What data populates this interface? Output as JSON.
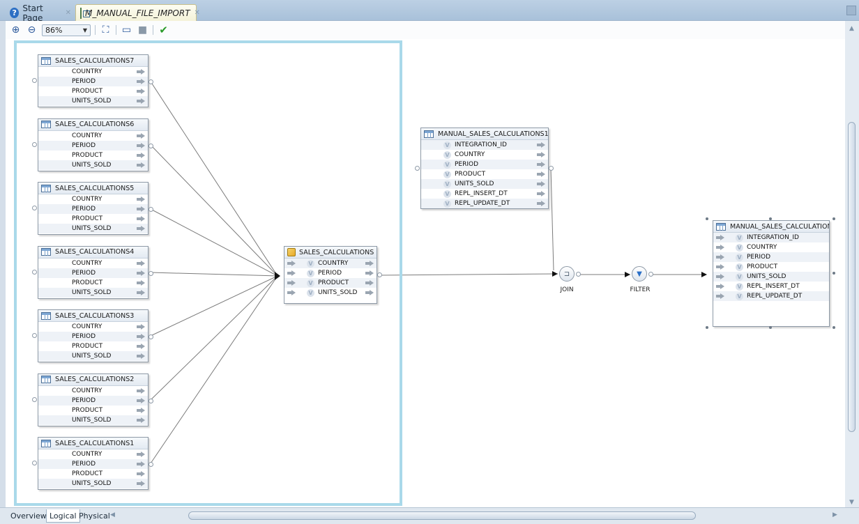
{
  "tabs": [
    {
      "label": "Start Page",
      "active": false
    },
    {
      "label": "M_MANUAL_FILE_IMPORT",
      "active": true
    }
  ],
  "toolbar": {
    "zoom_value": "86%"
  },
  "sources": [
    {
      "name": "SALES_CALCULATIONS7",
      "attrs": [
        "COUNTRY",
        "PERIOD",
        "PRODUCT",
        "UNITS_SOLD"
      ]
    },
    {
      "name": "SALES_CALCULATIONS6",
      "attrs": [
        "COUNTRY",
        "PERIOD",
        "PRODUCT",
        "UNITS_SOLD"
      ]
    },
    {
      "name": "SALES_CALCULATIONS5",
      "attrs": [
        "COUNTRY",
        "PERIOD",
        "PRODUCT",
        "UNITS_SOLD"
      ]
    },
    {
      "name": "SALES_CALCULATIONS4",
      "attrs": [
        "COUNTRY",
        "PERIOD",
        "PRODUCT",
        "UNITS_SOLD"
      ]
    },
    {
      "name": "SALES_CALCULATIONS3",
      "attrs": [
        "COUNTRY",
        "PERIOD",
        "PRODUCT",
        "UNITS_SOLD"
      ]
    },
    {
      "name": "SALES_CALCULATIONS2",
      "attrs": [
        "COUNTRY",
        "PERIOD",
        "PRODUCT",
        "UNITS_SOLD"
      ]
    },
    {
      "name": "SALES_CALCULATIONS1",
      "attrs": [
        "COUNTRY",
        "PERIOD",
        "PRODUCT",
        "UNITS_SOLD"
      ]
    }
  ],
  "union": {
    "name": "SALES_CALCULATIONS",
    "attrs": [
      "COUNTRY",
      "PERIOD",
      "PRODUCT",
      "UNITS_SOLD"
    ]
  },
  "lookup": {
    "name": "MANUAL_SALES_CALCULATIONS1",
    "attrs": [
      "INTEGRATION_ID",
      "COUNTRY",
      "PERIOD",
      "PRODUCT",
      "UNITS_SOLD",
      "REPL_INSERT_DT",
      "REPL_UPDATE_DT"
    ]
  },
  "target": {
    "name": "MANUAL_SALES_CALCULATIONS",
    "attrs": [
      "INTEGRATION_ID",
      "COUNTRY",
      "PERIOD",
      "PRODUCT",
      "UNITS_SOLD",
      "REPL_INSERT_DT",
      "REPL_UPDATE_DT"
    ]
  },
  "operators": {
    "join_label": "JOIN",
    "filter_label": "FILTER"
  },
  "bottom_tabs": {
    "overview": "Overview",
    "logical": "Logical",
    "physical": "Physical"
  }
}
